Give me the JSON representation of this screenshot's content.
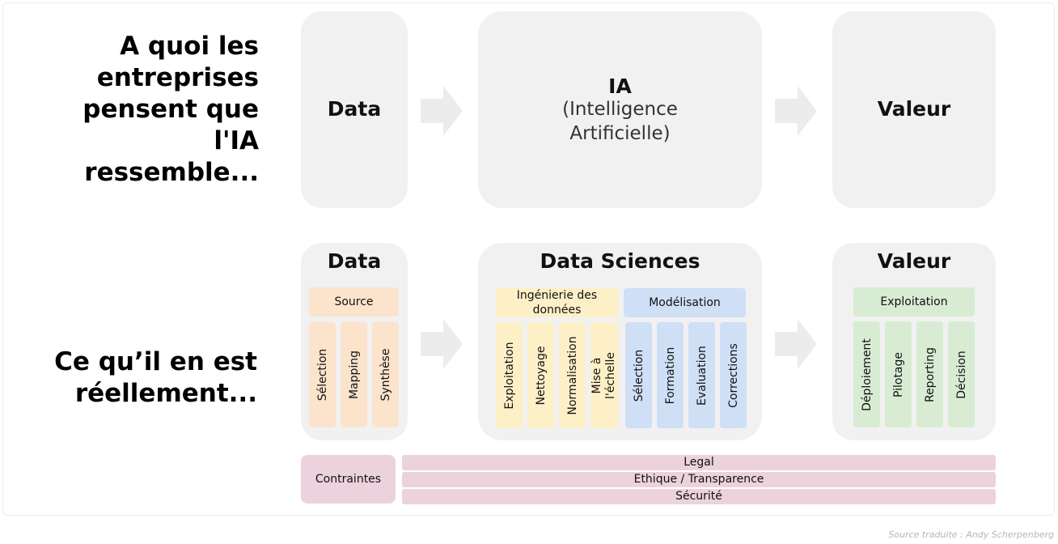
{
  "headings": {
    "top": "A quoi les entreprises pensent que l'IA ressemble...",
    "bottom": "Ce qu’il en est réellement..."
  },
  "top_row": {
    "data": "Data",
    "ia_title": "IA",
    "ia_subtitle": "(Intelligence Artificielle)",
    "valeur": "Valeur"
  },
  "bottom_row": {
    "data": {
      "title": "Data",
      "header": "Source",
      "items": [
        "Sélection",
        "Mapping",
        "Synthèse"
      ]
    },
    "data_sciences": {
      "title": "Data Sciences",
      "groups": [
        {
          "header": "Ingénierie des données",
          "items": [
            "Exploitation",
            "Nettoyage",
            "Normalisation",
            "Mise à l'échelle"
          ]
        },
        {
          "header": "Modélisation",
          "items": [
            "Sélection",
            "Formation",
            "Evaluation",
            "Corrections"
          ]
        }
      ]
    },
    "valeur": {
      "title": "Valeur",
      "header": "Exploitation",
      "items": [
        "Déploiement",
        "Pilotage",
        "Reporting",
        "Décision"
      ]
    }
  },
  "constraints": {
    "label": "Contraintes",
    "bars": [
      "Legal",
      "Ethique / Transparence",
      "Sécurité"
    ]
  },
  "source": "Source traduite : Andy Scherpenberg",
  "colors": {
    "box": "#f1f1f1",
    "arrow": "#ececec",
    "orange": "#fbe3cc",
    "yellow": "#fdf0c6",
    "blue": "#cfdff6",
    "green": "#d8ecd3",
    "pink": "#ecd2dc"
  }
}
